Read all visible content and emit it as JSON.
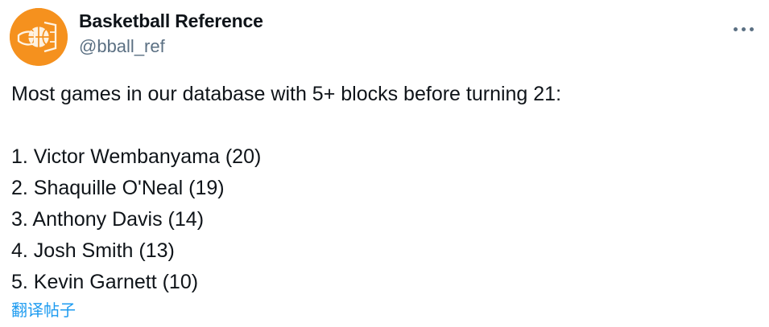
{
  "post": {
    "author": {
      "display_name": "Basketball Reference",
      "handle": "@bball_ref",
      "avatar_icon": "basketball-logo-icon",
      "avatar_bg_color": "#F5911E"
    },
    "more_menu_icon": "more-options-icon",
    "text": {
      "lede": "Most games in our database with 5+ blocks before turning 21:",
      "items": [
        "1. Victor Wembanyama (20)",
        "2. Shaquille O'Neal (19)",
        "3. Anthony Davis (14)",
        "4. Josh Smith (13)",
        "5. Kevin Garnett (10)"
      ]
    },
    "translate_label": "翻译帖子",
    "link_color": "#1D9BF0",
    "text_color": "#0F1419",
    "muted_color": "#5B7083"
  },
  "ranking_data": {
    "title": "Most games in our database with 5+ blocks before turning 21",
    "players": [
      {
        "rank": 1,
        "name": "Victor Wembanyama",
        "games": 20
      },
      {
        "rank": 2,
        "name": "Shaquille O'Neal",
        "games": 19
      },
      {
        "rank": 3,
        "name": "Anthony Davis",
        "games": 14
      },
      {
        "rank": 4,
        "name": "Josh Smith",
        "games": 13
      },
      {
        "rank": 5,
        "name": "Kevin Garnett",
        "games": 10
      }
    ]
  }
}
